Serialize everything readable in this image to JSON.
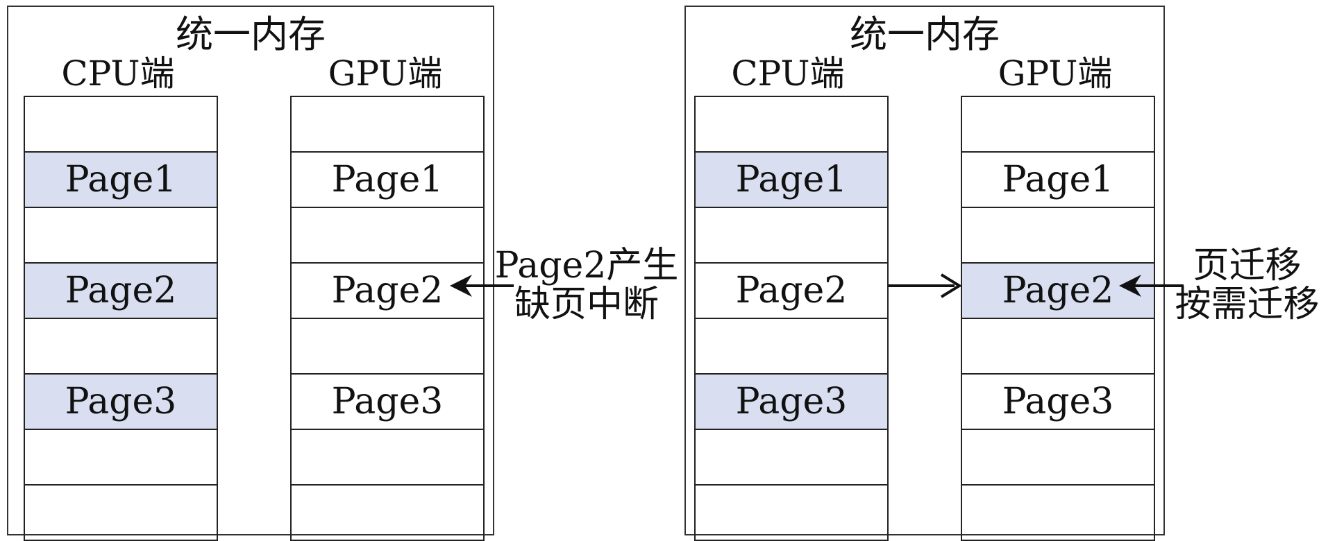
{
  "panels": [
    {
      "title": "统一内存",
      "cpu": {
        "title": "CPU端",
        "cells": [
          "",
          "Page1",
          "",
          "Page2",
          "",
          "Page3",
          "",
          ""
        ],
        "highlighted": [
          false,
          true,
          false,
          true,
          false,
          true,
          false,
          false
        ]
      },
      "gpu": {
        "title": "GPU端",
        "cells": [
          "",
          "Page1",
          "",
          "Page2",
          "",
          "Page3",
          "",
          ""
        ],
        "highlighted": [
          false,
          false,
          false,
          false,
          false,
          false,
          false,
          false
        ]
      }
    },
    {
      "title": "统一内存",
      "cpu": {
        "title": "CPU端",
        "cells": [
          "",
          "Page1",
          "",
          "Page2",
          "",
          "Page3",
          "",
          ""
        ],
        "highlighted": [
          false,
          true,
          false,
          false,
          false,
          true,
          false,
          false
        ]
      },
      "gpu": {
        "title": "GPU端",
        "cells": [
          "",
          "Page1",
          "",
          "Page2",
          "",
          "Page3",
          "",
          ""
        ],
        "highlighted": [
          false,
          false,
          false,
          true,
          false,
          false,
          false,
          false
        ]
      }
    }
  ],
  "annotations": {
    "fault_line1": "Page2产生",
    "fault_line2": "缺页中断",
    "migrate_line1": "页迁移",
    "migrate_line2": "按需迁移"
  },
  "colors": {
    "highlight": "#d9dff0",
    "border": "#222222"
  }
}
